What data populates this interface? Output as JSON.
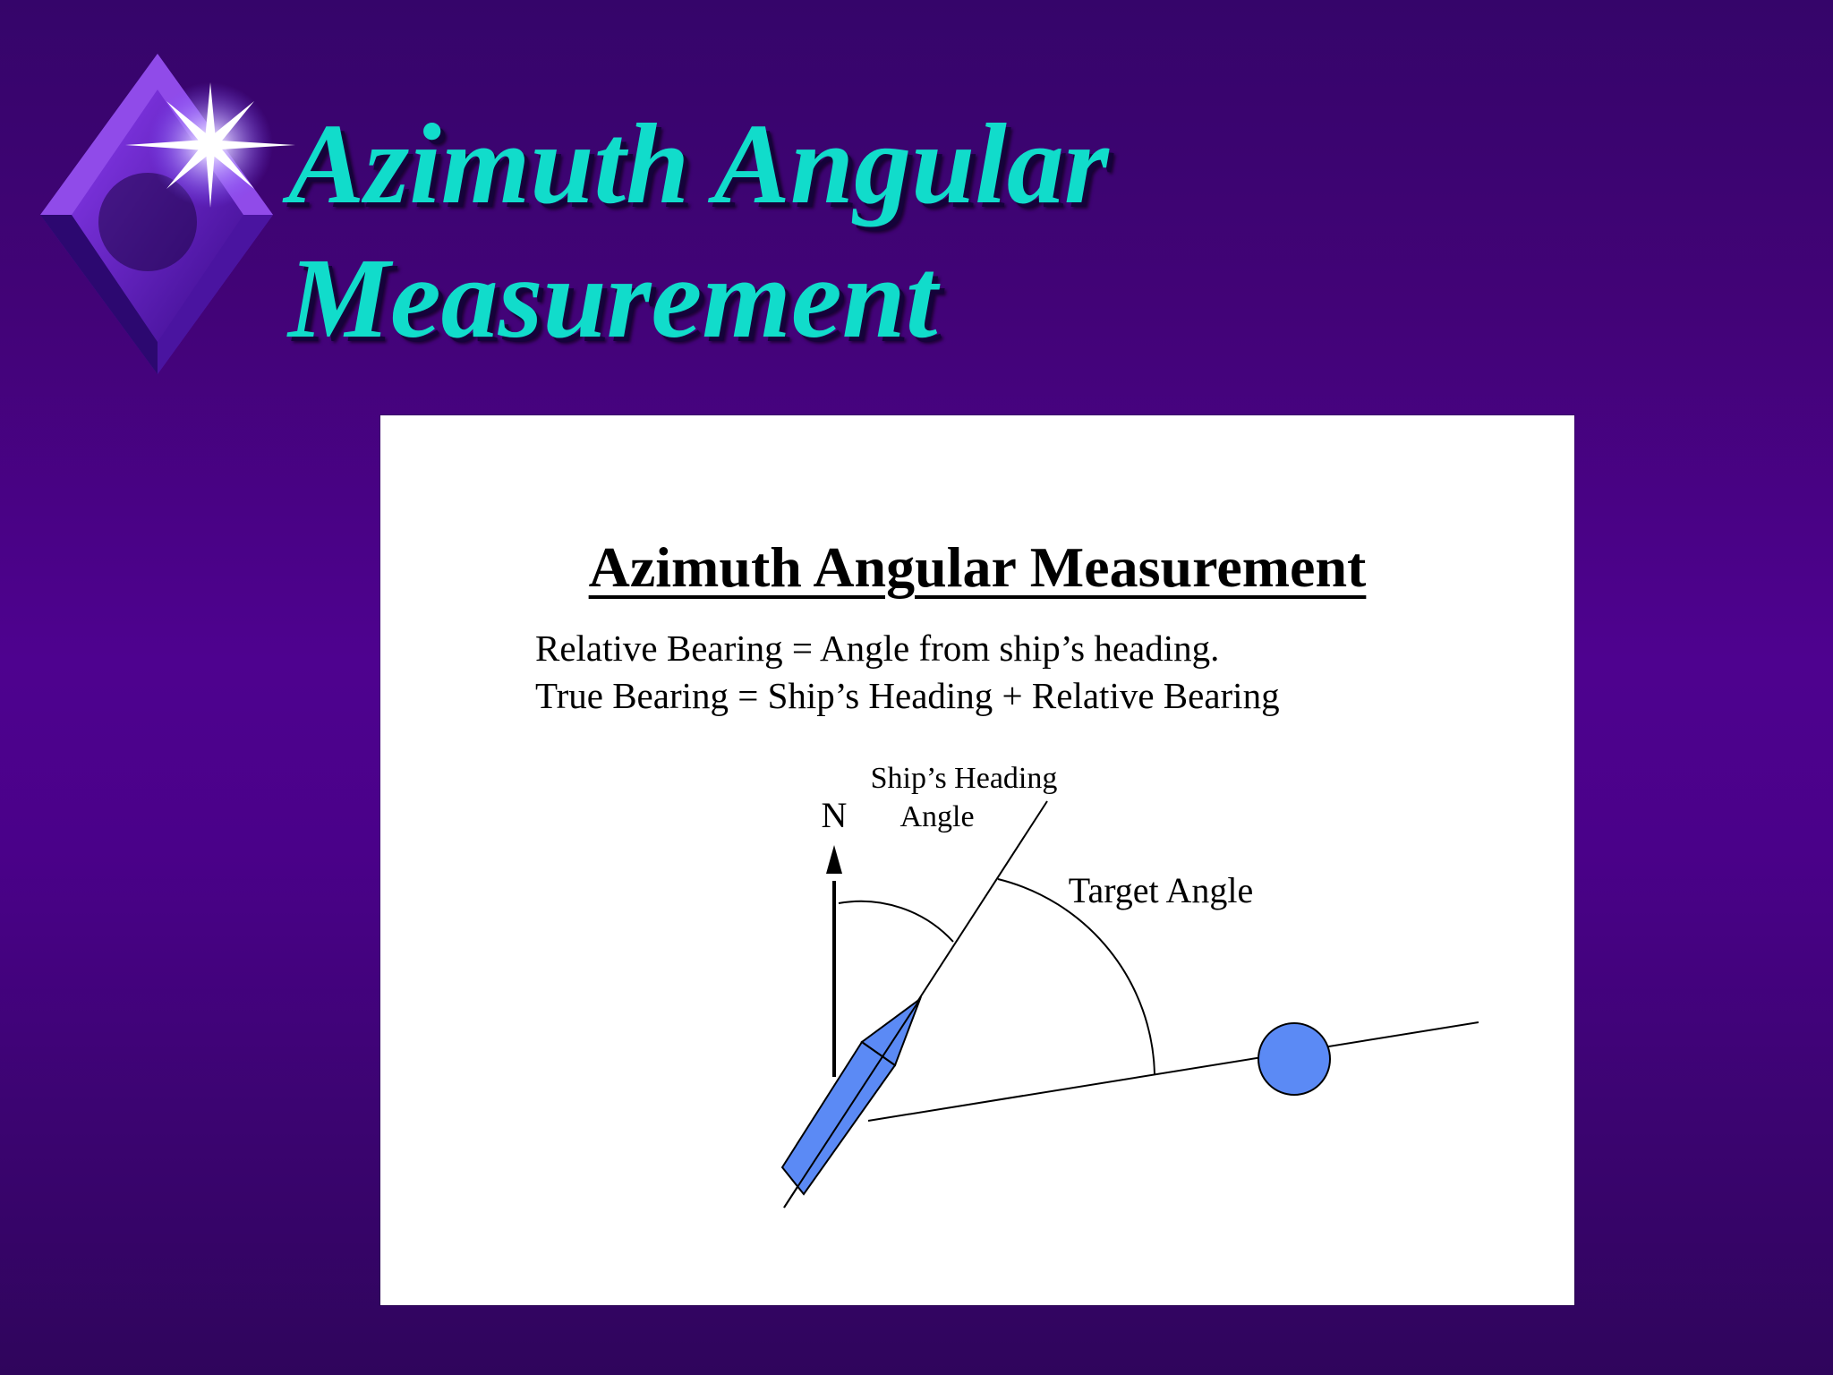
{
  "slide": {
    "title_line1": "Azimuth Angular",
    "title_line2": "Measurement"
  },
  "figure": {
    "heading": "Azimuth Angular Measurement",
    "definitions": [
      "Relative Bearing = Angle from ship’s heading.",
      "True Bearing = Ship’s Heading + Relative Bearing"
    ],
    "labels": {
      "north": "N",
      "heading_angle_line1": "Ship’s Heading",
      "heading_angle_line2": "Angle",
      "target_angle": "Target Angle"
    }
  },
  "colors": {
    "title": "#11dccb",
    "ship_fill": "#5b8af5",
    "target_fill": "#5b8af5"
  }
}
